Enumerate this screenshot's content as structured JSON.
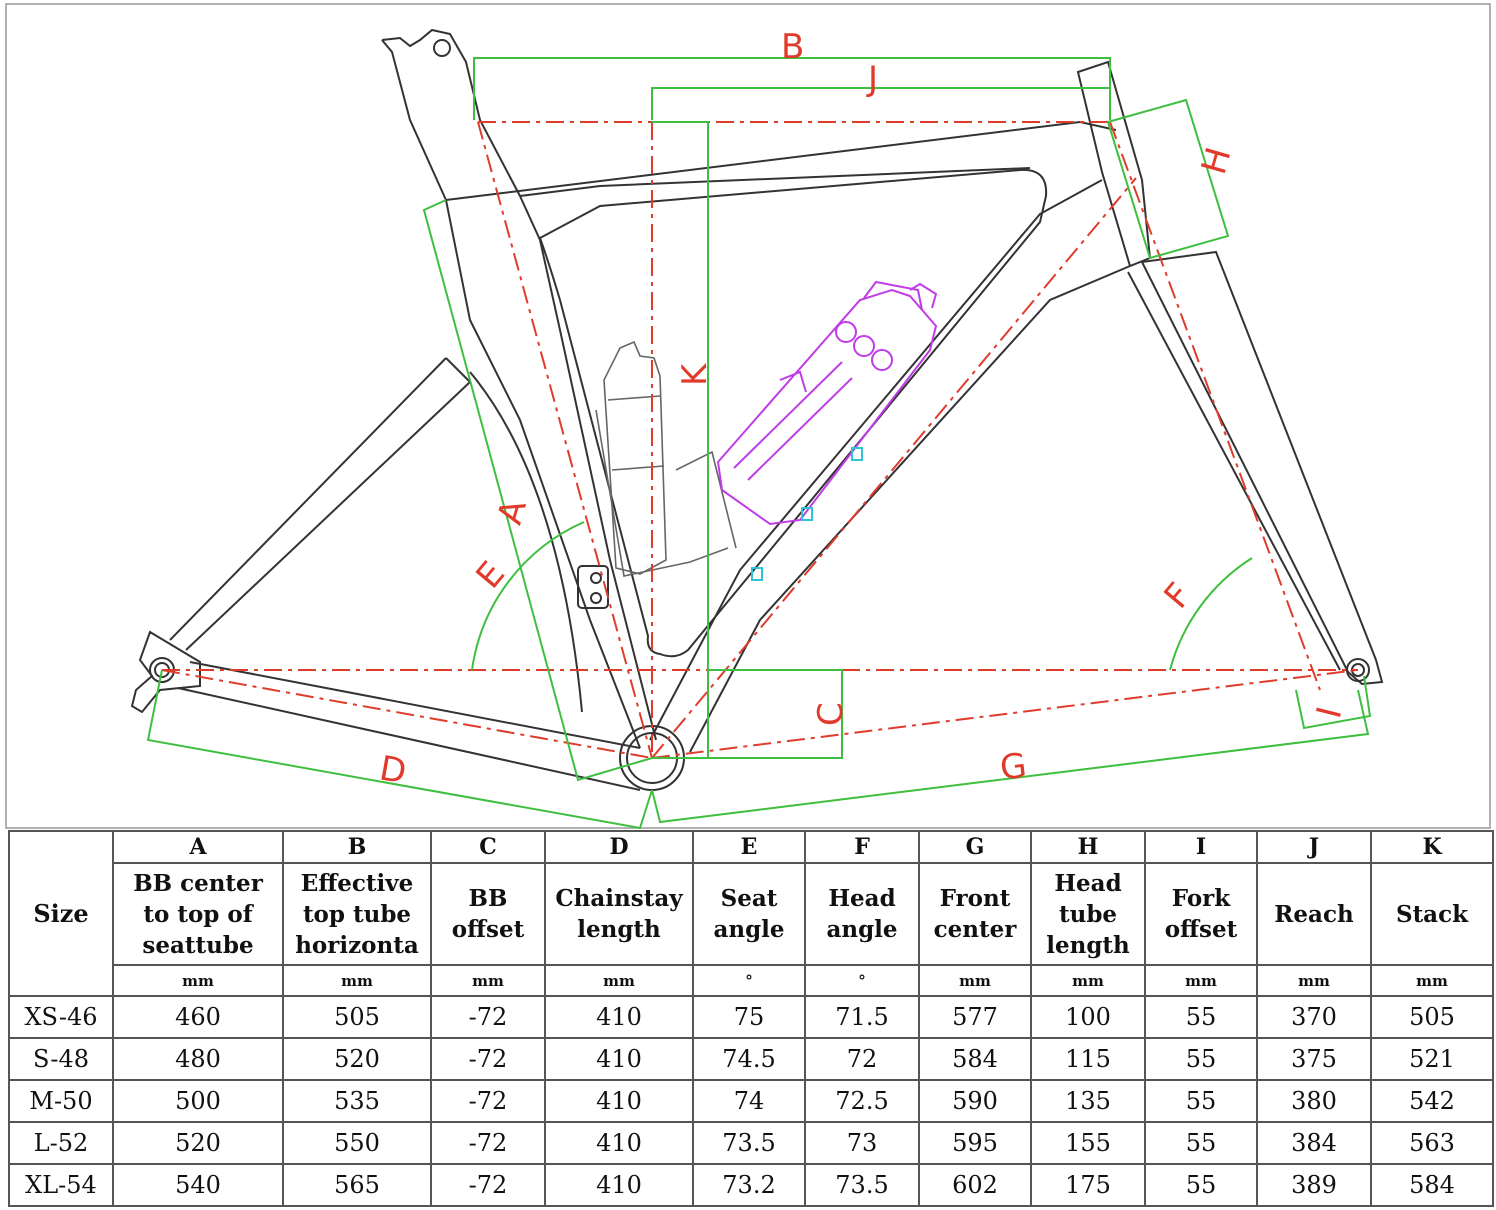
{
  "diagram": {
    "labels": [
      "B",
      "J",
      "H",
      "K",
      "A",
      "E",
      "F",
      "C",
      "D",
      "G",
      "I"
    ],
    "colors": {
      "frame": "#333333",
      "dimension": "#3fbf3f",
      "centerline": "#e03c2c",
      "bottle_highlight": "#c03ce6",
      "accent": "#2ec4d6"
    }
  },
  "table": {
    "size_header": "Size",
    "columns": [
      {
        "letter": "A",
        "desc": [
          "BB center",
          "to top of",
          "seattube"
        ],
        "unit": "mm"
      },
      {
        "letter": "B",
        "desc": [
          "Effective",
          "top tube",
          "horizonta"
        ],
        "unit": "mm"
      },
      {
        "letter": "C",
        "desc": [
          "BB",
          "offset"
        ],
        "unit": "mm"
      },
      {
        "letter": "D",
        "desc": [
          "Chainstay",
          "length"
        ],
        "unit": "mm"
      },
      {
        "letter": "E",
        "desc": [
          "Seat",
          "angle"
        ],
        "unit": "°"
      },
      {
        "letter": "F",
        "desc": [
          "Head",
          "angle"
        ],
        "unit": "°"
      },
      {
        "letter": "G",
        "desc": [
          "Front",
          "center"
        ],
        "unit": "mm"
      },
      {
        "letter": "H",
        "desc": [
          "Head",
          "tube",
          "length"
        ],
        "unit": "mm"
      },
      {
        "letter": "I",
        "desc": [
          "Fork",
          "offset"
        ],
        "unit": "mm"
      },
      {
        "letter": "J",
        "desc": [
          "Reach"
        ],
        "unit": "mm"
      },
      {
        "letter": "K",
        "desc": [
          "Stack"
        ],
        "unit": "mm"
      }
    ],
    "rows": [
      {
        "size": "XS-46",
        "values": [
          "460",
          "505",
          "-72",
          "410",
          "75",
          "71.5",
          "577",
          "100",
          "55",
          "370",
          "505"
        ]
      },
      {
        "size": "S-48",
        "values": [
          "480",
          "520",
          "-72",
          "410",
          "74.5",
          "72",
          "584",
          "115",
          "55",
          "375",
          "521"
        ]
      },
      {
        "size": "M-50",
        "values": [
          "500",
          "535",
          "-72",
          "410",
          "74",
          "72.5",
          "590",
          "135",
          "55",
          "380",
          "542"
        ]
      },
      {
        "size": "L-52",
        "values": [
          "520",
          "550",
          "-72",
          "410",
          "73.5",
          "73",
          "595",
          "155",
          "55",
          "384",
          "563"
        ]
      },
      {
        "size": "XL-54",
        "values": [
          "540",
          "565",
          "-72",
          "410",
          "73.2",
          "73.5",
          "602",
          "175",
          "55",
          "389",
          "584"
        ]
      }
    ]
  }
}
